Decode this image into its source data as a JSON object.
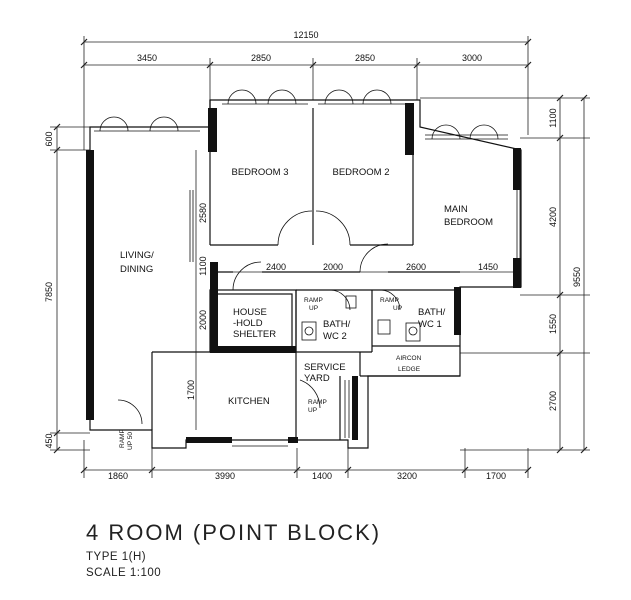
{
  "dimensions": {
    "top_total": "12150",
    "top": [
      "3450",
      "2850",
      "2850",
      "3000"
    ],
    "bottom": [
      "1860",
      "3990",
      "1400",
      "3200",
      "1700"
    ],
    "left": [
      "600",
      "7850",
      "450"
    ],
    "right_total": "9550",
    "right": [
      "1100",
      "4200",
      "1550",
      "2700"
    ],
    "inner_vertical": [
      "2580",
      "1100",
      "2000",
      "1700"
    ],
    "inner_horizontal": [
      "2400",
      "2000",
      "2600",
      "1450"
    ]
  },
  "rooms": {
    "bedroom3": "BEDROOM 3",
    "bedroom2": "BEDROOM 2",
    "main_bedroom_1": "MAIN",
    "main_bedroom_2": "BEDROOM",
    "living_1": "LIVING/",
    "living_2": "DINING",
    "shelter_1": "HOUSE",
    "shelter_2": "-HOLD",
    "shelter_3": "SHELTER",
    "bath2_1": "BATH/",
    "bath2_2": "WC 2",
    "bath1_1": "BATH/",
    "bath1_2": "WC 1",
    "service_1": "SERVICE",
    "service_2": "YARD",
    "kitchen": "KITCHEN",
    "aircon_1": "AIRCON",
    "aircon_2": "LEDGE"
  },
  "ramps": {
    "ramp": "RAMP",
    "up": "UP",
    "bath2_ramp": "RAMP",
    "bath2_up": "UP",
    "bath1_ramp": "RAMP",
    "bath1_up": "UP",
    "entry_ramp": "RAMP",
    "entry_up": "UP 50"
  },
  "title": "4 ROOM (POINT BLOCK)",
  "type": "TYPE 1(H)",
  "scale": "SCALE 1:100"
}
